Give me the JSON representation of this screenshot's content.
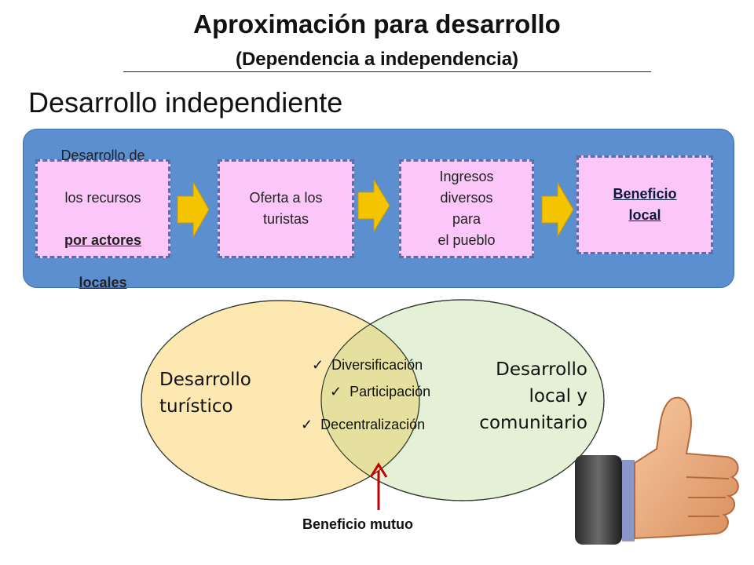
{
  "title": "Aproximación para desarrollo",
  "subtitle": "(Dependencia a independencia)",
  "section_heading": "Desarrollo independiente",
  "flow_steps": [
    {
      "line1": "Desarrollo de",
      "line2": "los recursos",
      "line3": "por actores",
      "line4": "locales"
    },
    {
      "text": "Oferta a los\nturistas"
    },
    {
      "text": "Ingresos\ndiversos\npara\nel pueblo"
    },
    {
      "text": "Beneficio\nlocal"
    }
  ],
  "venn": {
    "left_label": "Desarrollo\nturístico",
    "right_label": "Desarrollo\nlocal y\ncomunitario",
    "checklist": [
      "Diversificación",
      "Participación",
      "Decentralización"
    ],
    "check_mark": "✓",
    "arrow_label": "Beneficio mutuo"
  },
  "colors": {
    "panel": "#5b8fd0",
    "step_fill": "#fbc7f8",
    "arrow_fill": "#f5c400",
    "left_circle": "#fde8b2",
    "right_circle": "#e4f1d6",
    "overlap": "#ecdf9a",
    "mutual_arrow": "#c00000"
  },
  "icons": [
    "arrow-right-icon",
    "thumbs-up-icon"
  ]
}
